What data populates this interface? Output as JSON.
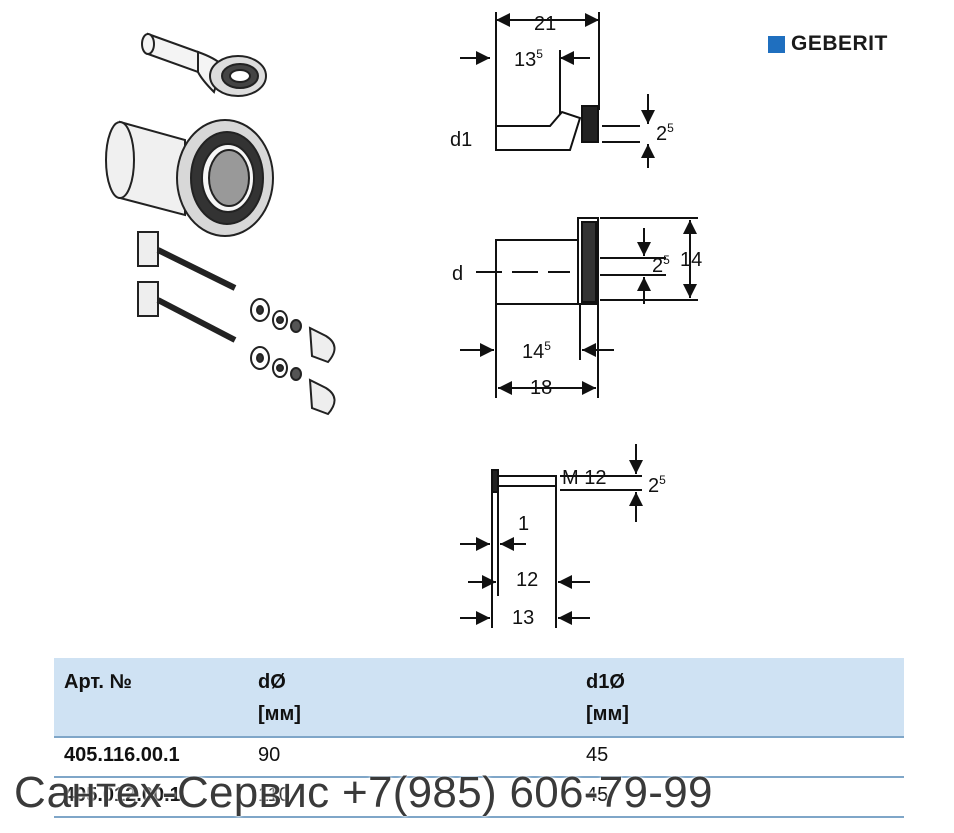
{
  "brand": {
    "name": "GEBERIT",
    "color": "#1f6fbf"
  },
  "drawing1": {
    "dim_top": "21",
    "dim_inner": "13",
    "dim_inner_sup": "5",
    "label": "d1",
    "dim_right": "2",
    "dim_right_sup": "5"
  },
  "drawing2": {
    "label": "d",
    "dim_inner": "2",
    "dim_inner_sup": "5",
    "dim_height": "14",
    "dim_bottom1": "14",
    "dim_bottom1_sup": "5",
    "dim_bottom2": "18"
  },
  "drawing3": {
    "thread": "M 12",
    "dim_right": "2",
    "dim_right_sup": "5",
    "dim1": "1",
    "dim2": "12",
    "dim3": "13"
  },
  "table": {
    "headers": [
      {
        "line1": "Арт. №",
        "line2": ""
      },
      {
        "line1": "dØ",
        "line2": "[мм]"
      },
      {
        "line1": "d1Ø",
        "line2": "[мм]"
      }
    ],
    "rows": [
      {
        "art": "405.116.00.1",
        "d": "90",
        "d1": "45"
      },
      {
        "art": "405.012.00.1",
        "d": "110",
        "d1": "45"
      }
    ]
  },
  "watermark": "Сантех-Сервис +7(985) 606-79-99"
}
